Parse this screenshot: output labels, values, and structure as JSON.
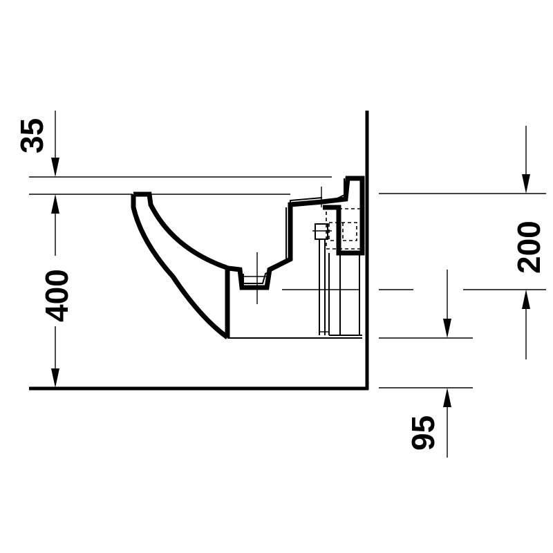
{
  "dimensions": {
    "top_offset": "35",
    "fixture_height": "400",
    "rim_to_outlet": "200",
    "outlet_height": "95"
  }
}
